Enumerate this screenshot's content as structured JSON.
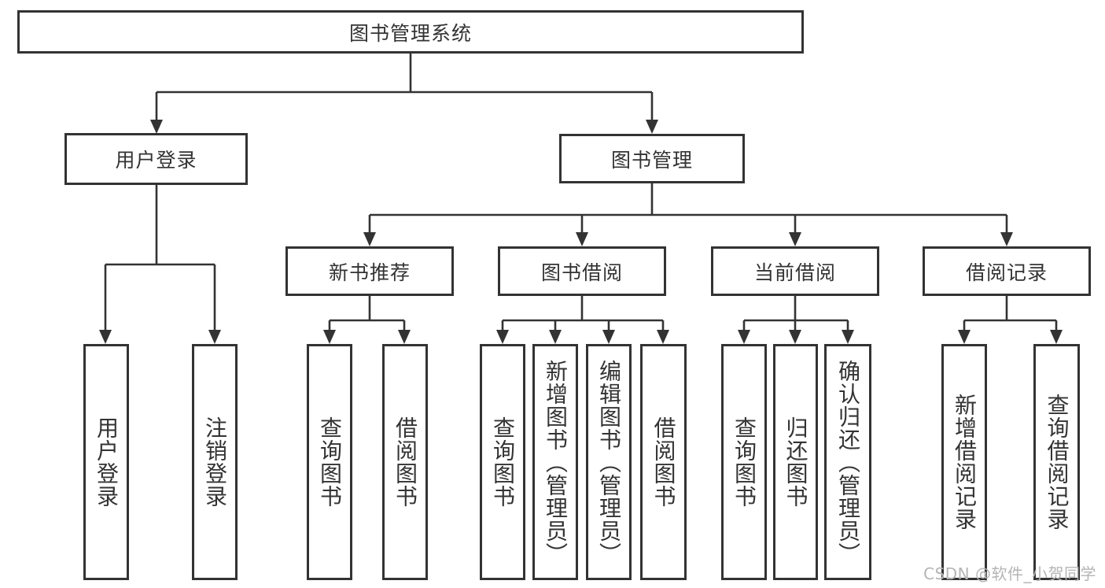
{
  "colors": {
    "line": "#333333",
    "text": "#333333",
    "bg": "#ffffff",
    "watermark": "#b5b5b5"
  },
  "watermark": "CSDN @软件_小贺同学",
  "tree": {
    "label": "图书管理系统",
    "children": [
      {
        "label": "用户登录",
        "children": [
          {
            "label": "用户登录"
          },
          {
            "label": "注销登录"
          }
        ]
      },
      {
        "label": "图书管理",
        "children": [
          {
            "label": "新书推荐",
            "children": [
              {
                "label": "查询图书"
              },
              {
                "label": "借阅图书"
              }
            ]
          },
          {
            "label": "图书借阅",
            "children": [
              {
                "label": "查询图书"
              },
              {
                "label": "新增图书（管理员）"
              },
              {
                "label": "编辑图书（管理员）"
              },
              {
                "label": "借阅图书"
              }
            ]
          },
          {
            "label": "当前借阅",
            "children": [
              {
                "label": "查询图书"
              },
              {
                "label": "归还图书"
              },
              {
                "label": "确认归还（管理员）"
              }
            ]
          },
          {
            "label": "借阅记录",
            "children": [
              {
                "label": "新增借阅记录"
              },
              {
                "label": "查询借阅记录"
              }
            ]
          }
        ]
      }
    ]
  }
}
